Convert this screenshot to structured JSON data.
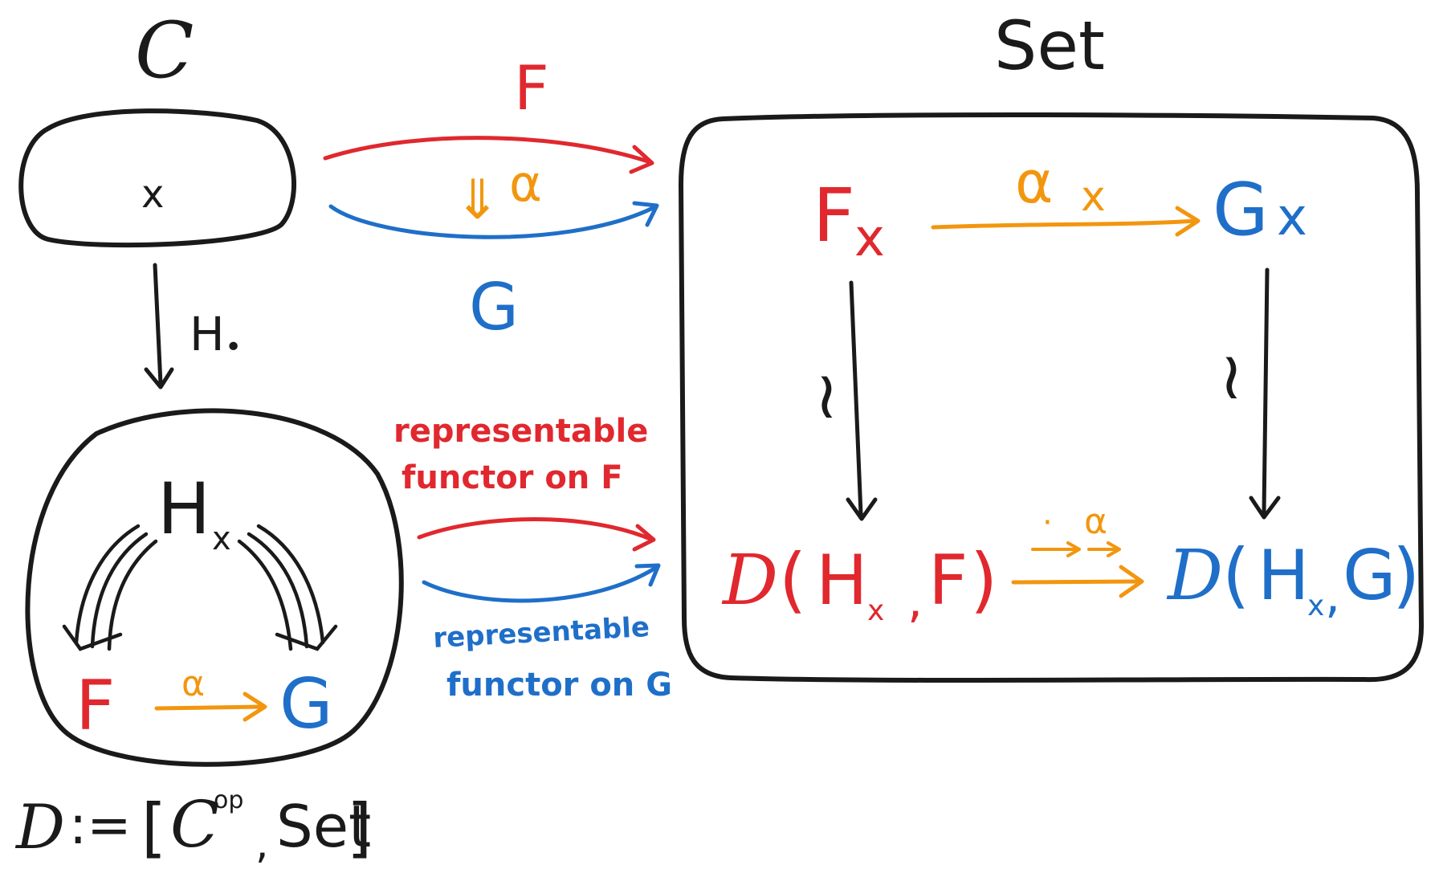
{
  "colors": {
    "ink": "#1a1a1a",
    "red": "#e0282e",
    "blue": "#1f6fc9",
    "orange": "#f2960f"
  },
  "left_category": {
    "label": "C",
    "object": "x",
    "functor_label": "H",
    "functor_dot": "•"
  },
  "set_category": {
    "label": "Set"
  },
  "top_arrows": {
    "F": "F",
    "G": "G",
    "alpha": "α",
    "double_arrow": "⇓"
  },
  "functor_category": {
    "H": "H",
    "x_sub": "x",
    "F": "F",
    "G": "G",
    "alpha": "α",
    "definition": {
      "D": "D",
      "assign": ":=",
      "open": "[",
      "C": "C",
      "op": "op",
      "comma": ",",
      "Set": "Set",
      "close": "]"
    }
  },
  "middle_labels": {
    "red_line1": "representable",
    "red_line2": "functor on F",
    "blue_line1": "representable",
    "blue_line2": "functor on G"
  },
  "square": {
    "Fx_F": "F",
    "Fx_x": "x",
    "alpha_x_a": "α",
    "alpha_x_x": "x",
    "Gx_G": "G",
    "Gx_x": "x",
    "iso": "≀",
    "DHF": {
      "D": "D",
      "open": "(",
      "H": "H",
      "x": "x",
      "comma": ",",
      "F": "F",
      "close": ")"
    },
    "DHG": {
      "D": "D",
      "open": "(",
      "H": "H",
      "x": "x",
      "comma": ",",
      "G": "G",
      "close": ")"
    },
    "bottom_alpha": "α",
    "bottom_dash": "·"
  }
}
